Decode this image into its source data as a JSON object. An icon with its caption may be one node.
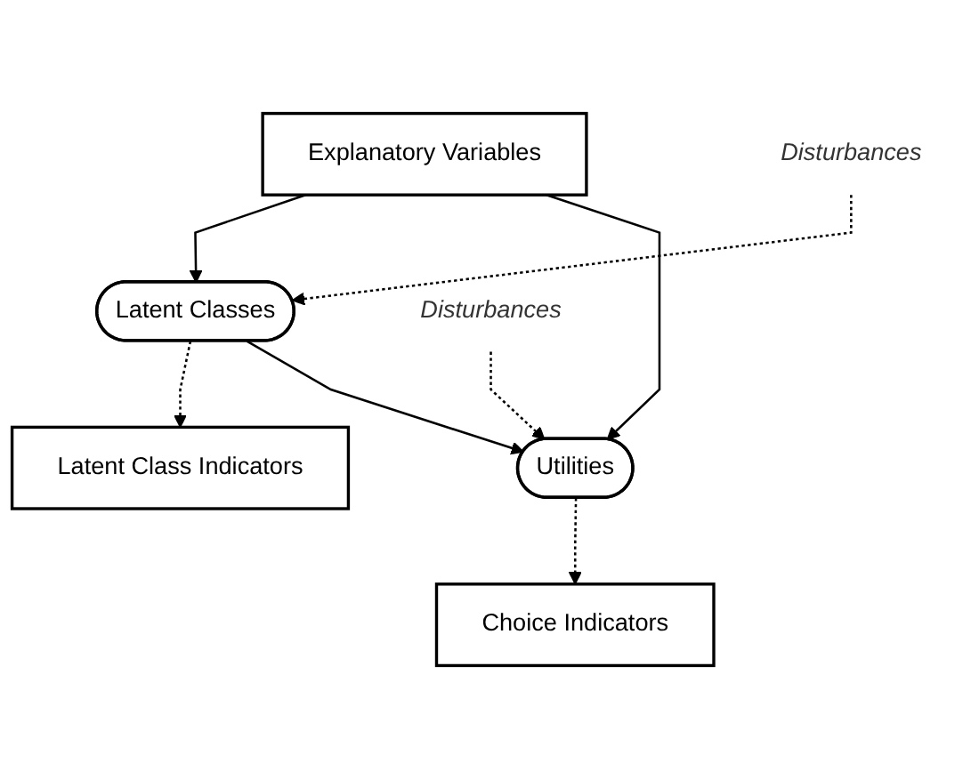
{
  "diagram": {
    "nodes": [
      {
        "text": [
          "Explanatory Variables"
        ]
      },
      {
        "text": [
          "Disturbances"
        ]
      },
      {
        "text": [
          "Latent Class Indicators"
        ]
      },
      {
        "text": [
          "Latent Classes"
        ]
      },
      {
        "text": [
          "Disturbances"
        ]
      },
      {
        "text": [
          "Utilities"
        ]
      },
      {
        "text": [
          "Choice Indicators"
        ]
      }
    ],
    "edges": [
      {
        "from": 0,
        "to": 3,
        "arrow": "to"
      },
      {
        "from": 0,
        "to": 5,
        "arrow": "to"
      },
      {
        "from": 1,
        "to": 3,
        "arrow": "to",
        "style": "dashed"
      },
      {
        "from": 3,
        "to": 2,
        "arrow": "to",
        "style": "dashed"
      },
      {
        "from": 3,
        "to": 5,
        "arrow": "to"
      },
      {
        "from": 4,
        "to": 5,
        "arrow": "to",
        "style": "dashed"
      },
      {
        "from": 5,
        "to": 6,
        "arrow": "to",
        "style": "dashed"
      }
    ]
  }
}
